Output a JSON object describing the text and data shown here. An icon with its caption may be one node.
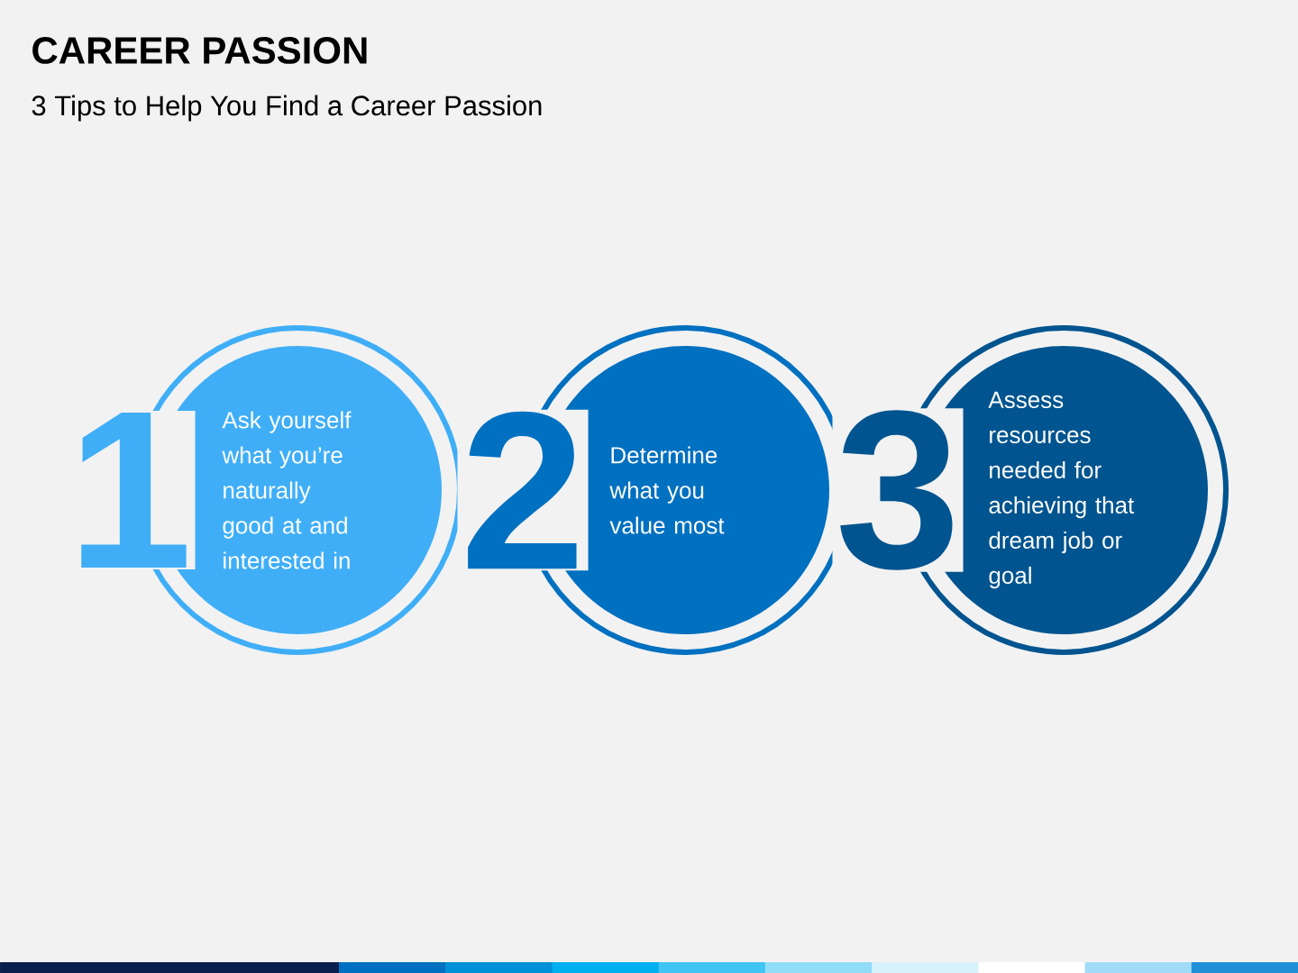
{
  "diagram": {
    "title": "CAREER PASSION",
    "caption": "3 Tips to Help You Find a Career Passion",
    "nodes": [
      {
        "text": [
          "1",
          "Ask yourself what you’re naturally good at and interested in"
        ]
      },
      {
        "text": [
          "2",
          "Determine what you value most"
        ]
      },
      {
        "text": [
          "3",
          "Assess resources needed for achieving that dream job or goal"
        ]
      }
    ]
  }
}
